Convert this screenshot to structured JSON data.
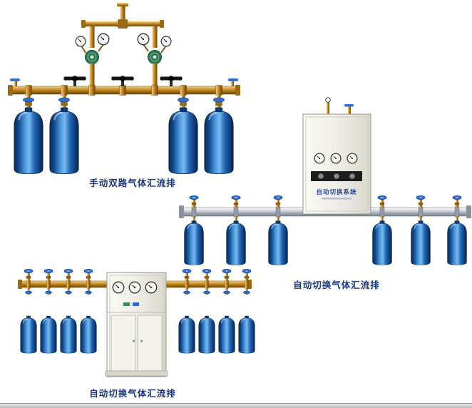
{
  "page": {
    "background": "#ffffff"
  },
  "products": [
    {
      "name": "manual-dual-manifold",
      "caption": "手动双路气体汇流排",
      "cylinders": 4
    },
    {
      "name": "auto-switch-manifold",
      "caption": "自动切换气体汇流排",
      "cabinet_label": "自动切换系统",
      "cylinders": 6
    },
    {
      "name": "auto-switch-manifold-cabinet",
      "caption": "自动切换气体汇流排",
      "cylinders": 8
    }
  ],
  "colors": {
    "caption_text": "#17357d",
    "cylinder_blue": "#1d5fb5",
    "cylinder_blue_dark": "#0a2c58",
    "brass_pipe": "#b57d1d",
    "steel_pipe": "#aab0ba",
    "cabinet_body": "#efeee6",
    "regulator_green": "#2e7b50",
    "handwheel_blue": "#2f6fd2",
    "valve_black": "#141414",
    "cabinet_text": "#2a46a8"
  }
}
